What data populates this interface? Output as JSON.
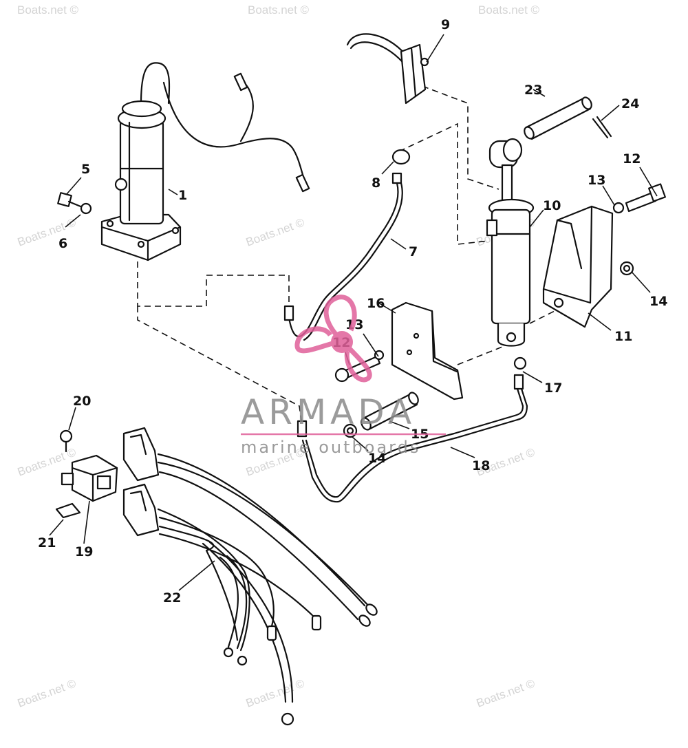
{
  "diagram": {
    "callouts": [
      "1",
      "5",
      "6",
      "7",
      "8",
      "9",
      "10",
      "11",
      "12",
      "12",
      "13",
      "13",
      "14",
      "14",
      "15",
      "16",
      "17",
      "18",
      "19",
      "20",
      "21",
      "22",
      "23",
      "24"
    ],
    "watermarks": [
      "Boats.net ©",
      "Boats.net ©",
      "Boats.net ©",
      "Boats.net ©",
      "Boats.net ©",
      "Boats.net ©",
      "Boats.net ©",
      "Boats.net ©",
      "Boats.net ©",
      "Boats.net ©",
      "Boats.net ©",
      "Boats.net ©"
    ],
    "logo": {
      "name": "ARMADA",
      "tagline": "marine outboards"
    }
  },
  "colors": {
    "line": "#111111",
    "watermark": "#d4d4d4",
    "logo_text": "#8a8a8a",
    "logo_mark": "#e0609a"
  }
}
